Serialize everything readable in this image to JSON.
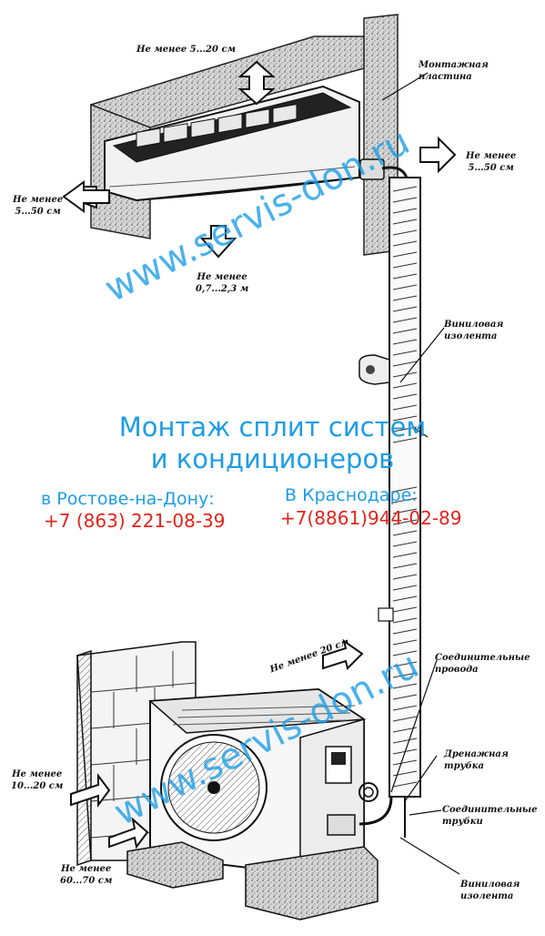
{
  "labels": {
    "top_clearance": "Не менее 5...20 см",
    "mount_plate": [
      "Монтажная",
      "пластина"
    ],
    "right_clearance": [
      "Не менее",
      "5...50 см"
    ],
    "left_clearance": [
      "Не менее",
      "5...50 см"
    ],
    "floor_clearance": [
      "Не менее",
      "0,7...2,3 м"
    ],
    "vinyl_tape_top": [
      "Виниловая",
      "изолента"
    ],
    "outdoor_top_clearance": "Не менее 20 см",
    "connecting_wires": [
      "Соединительные",
      "провода"
    ],
    "drain_pipe": [
      "Дренажная",
      "трубка"
    ],
    "connecting_pipes": [
      "Соединительные",
      "трубки"
    ],
    "vinyl_tape_bottom": [
      "Виниловая",
      "изолента"
    ],
    "wall_clearance": [
      "Не менее",
      "10...20 см"
    ],
    "front_clearance": [
      "Не менее",
      "60...70 см"
    ]
  },
  "ad": {
    "title_line1": "Монтаж сплит систем",
    "title_line2": "и кондиционеров",
    "city1": "в Ростове-на-Дону:",
    "phone1": "+7 (863) 221-08-39",
    "city2": "В Краснодаре:",
    "phone2": "+7(8861)944-02-89"
  },
  "watermark": "www.servis-don.ru",
  "colors": {
    "accent": "#1e9de6",
    "phone": "#e2231a",
    "ink": "#111111"
  }
}
